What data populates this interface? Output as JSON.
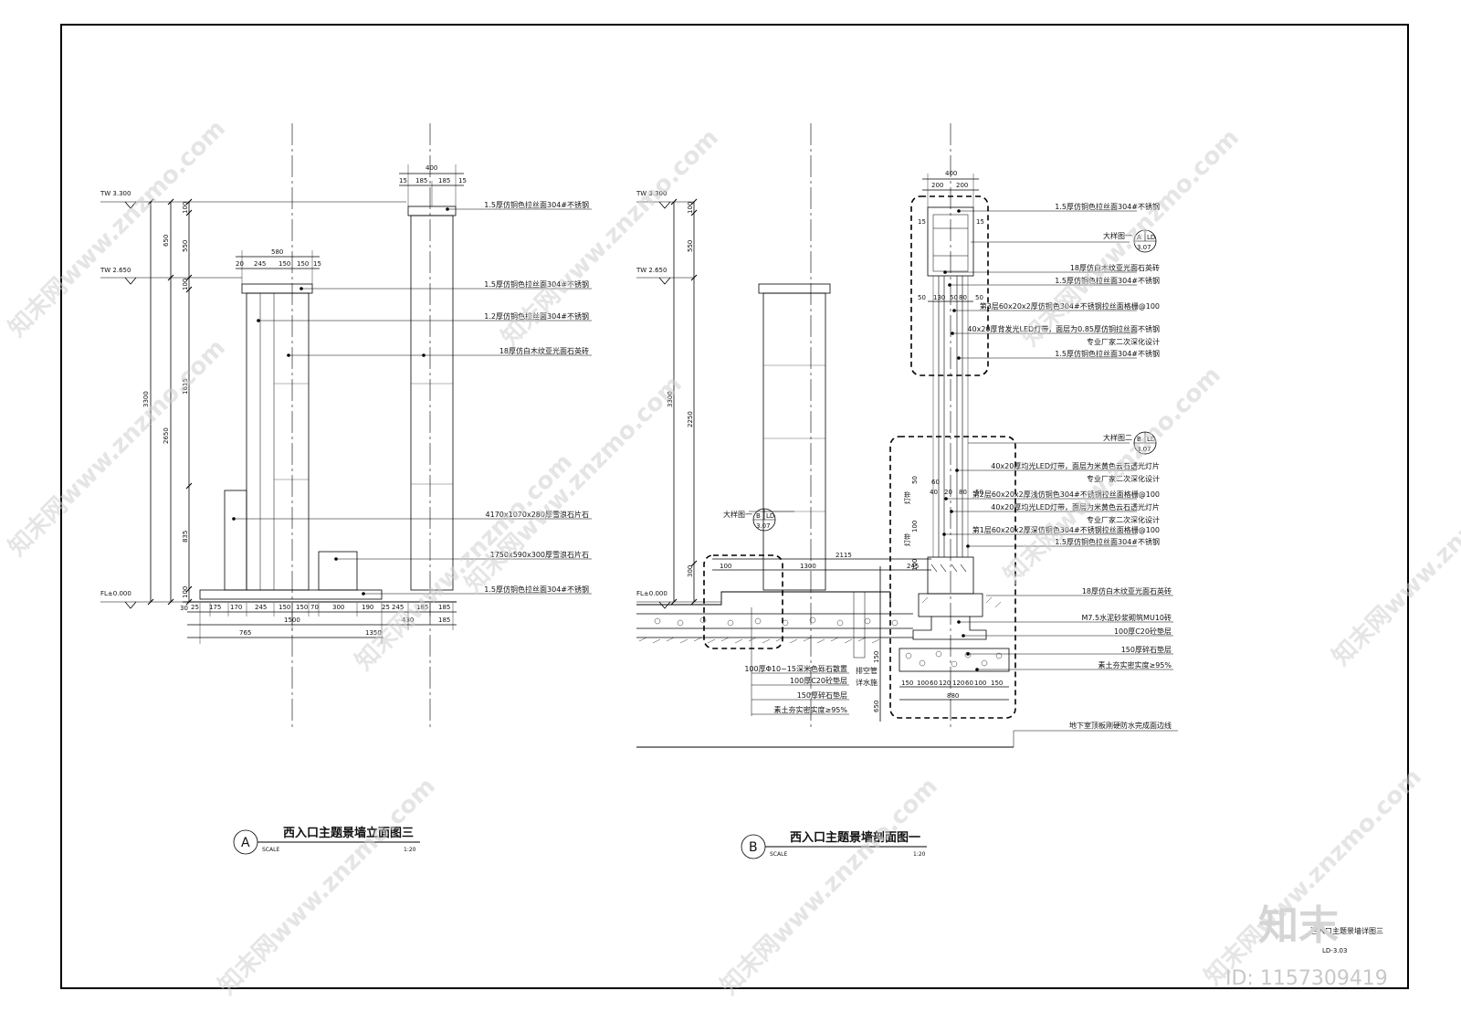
{
  "elevation_view": {
    "title": "西入口主题景墙立面图三",
    "marker": "A",
    "scale_label": "SCALE",
    "scale": "1:20",
    "levels": [
      "TW 3.300",
      "TW 2.650",
      "FL±0.000"
    ],
    "vertical_dims": [
      "100",
      "550",
      "650",
      "100",
      "1615",
      "3300",
      "2650",
      "835",
      "100",
      "30"
    ],
    "top_dims": {
      "col2": [
        "400",
        "15",
        "185",
        "185",
        "15"
      ],
      "col1": [
        "580",
        "20",
        "245",
        "150",
        "150",
        "15"
      ]
    },
    "bottom_dims": [
      "25",
      "175",
      "170",
      "245",
      "150",
      "150",
      "70",
      "300",
      "190",
      "25",
      "245",
      "185",
      "185"
    ],
    "overall_dims": [
      "1500",
      "430",
      "185",
      "765",
      "1350"
    ],
    "callouts": [
      "1.5厚仿铜色拉丝面304#不锈钢",
      "1.5厚仿铜色拉丝面304#不锈钢",
      "1.2厚仿铜色拉丝面304#不锈钢",
      "18厚仿白木纹亚光面石英砖",
      "4170x1070x280厚雪浪石片石",
      "1750x590x300厚雪浪石片石",
      "1.5厚仿铜色拉丝面304#不锈钢"
    ]
  },
  "section_view": {
    "title": "西入口主题景墙剖面图一",
    "marker": "B",
    "scale_label": "SCALE",
    "scale": "1:20",
    "levels": [
      "TW 3.300",
      "TW 2.650",
      "FL±0.000"
    ],
    "vertical_dims": [
      "100",
      "550",
      "3300",
      "2250",
      "300",
      "150",
      "650"
    ],
    "top_dims": [
      "400",
      "200",
      "200",
      "15",
      "15",
      "50",
      "130",
      "50",
      "80",
      "50"
    ],
    "mid_dims": [
      "60",
      "40",
      "20",
      "80",
      "50",
      "50",
      "100",
      "100"
    ],
    "bottom_dims": [
      "2115",
      "100",
      "1300",
      "245"
    ],
    "base_dims": [
      "150",
      "100",
      "60",
      "120",
      "120",
      "60",
      "100",
      "150",
      "880"
    ],
    "detail_refs": [
      {
        "label": "大样图一",
        "letter": "A",
        "sheet": "LD",
        "page": "3.07"
      },
      {
        "label": "大样图二",
        "letter": "B",
        "sheet": "LD",
        "page": "3.07"
      },
      {
        "label": "大样图一",
        "letter": "B",
        "sheet": "LD",
        "page": "3.07"
      }
    ],
    "callouts_top": [
      "1.5厚仿铜色拉丝面304#不锈钢",
      "18厚仿白木纹亚光面石英砖",
      "1.5厚仿铜色拉丝面304#不锈钢",
      "第3层60x20x2厚仿铜色304#不锈钢拉丝面格栅@100",
      "40x20厚背发光LED灯带，面层为0.85厚仿铜拉丝面不锈钢",
      "专业厂家二次深化设计",
      "1.5厚仿铜色拉丝面304#不锈钢"
    ],
    "callouts_mid": [
      "40x20厚均光LED灯带，面层为米黄色云石透光灯片",
      "专业厂家二次深化设计",
      "第2层60x20x2厚浅仿铜色304#不锈钢拉丝面格栅@100",
      "40x20厚均光LED灯带，面层为米黄色云石透光灯片",
      "专业厂家二次深化设计",
      "第1层60x20x2厚深仿铜色304#不锈钢拉丝面格栅@100",
      "1.5厚仿铜色拉丝面304#不锈钢"
    ],
    "callouts_base": [
      "18厚仿白木纹亚光面石英砖",
      "M7.5水泥砂浆砌筑MU10砖",
      "100厚C20砼垫层",
      "150厚碎石垫层",
      "素土夯实密实度≥95%",
      "地下室顶板刚硬防水完成面边线"
    ],
    "callouts_left": [
      "100厚Φ10~15深米色砾石散置",
      "100厚C20砼垫层",
      "150厚碎石垫层",
      "素土夯实密实度≥95%"
    ],
    "drain_labels": [
      "排空管",
      "详水施"
    ],
    "side_small": [
      "灯带",
      "灯带"
    ]
  },
  "title_block": {
    "drawing_name": "西入口主题景墙详图三",
    "drawing_number": "LD-3.03"
  },
  "watermark": {
    "text": "知末网www.znzmo.com",
    "logo": "知末",
    "id": "ID: 1157309419"
  }
}
